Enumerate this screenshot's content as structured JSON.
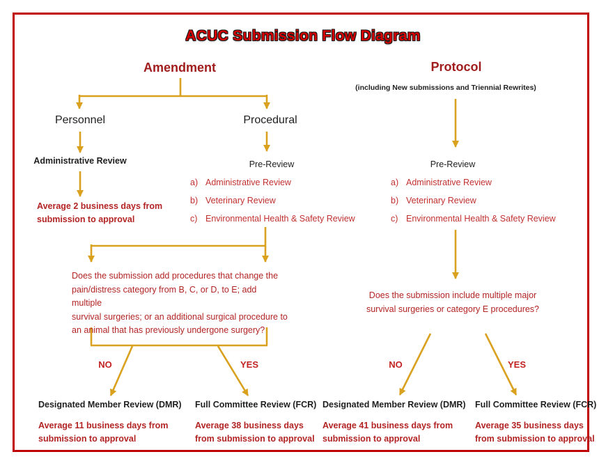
{
  "title": "ACUC Submission Flow Diagram",
  "amendment": {
    "heading": "Amendment",
    "personnel": {
      "label": "Personnel",
      "review_label": "Administrative Review",
      "average": "Average 2 business days from\nsubmission to approval"
    },
    "procedural": {
      "label": "Procedural",
      "pre_review_label": "Pre-Review",
      "items": [
        {
          "letter": "a)",
          "text": "Administrative Review"
        },
        {
          "letter": "b)",
          "text": "Veterinary Review"
        },
        {
          "letter": "c)",
          "text": "Environmental Health & Safety Review"
        }
      ]
    },
    "question": "Does the submission add procedures that change the\npain/distress category from B, C, or D, to E; add multiple\nsurvival surgeries; or an additional surgical procedure to\nan animal that has previously undergone surgery?",
    "no_label": "NO",
    "yes_label": "YES",
    "outcomes": {
      "no": {
        "title": "Designated Member Review (DMR)",
        "average": "Average 11 business days from\nsubmission to approval"
      },
      "yes": {
        "title": "Full Committee Review (FCR)",
        "average": "Average 38 business days\nfrom submission to approval"
      }
    }
  },
  "protocol": {
    "heading": "Protocol",
    "subtitle": "(including New submissions and Triennial Rewrites)",
    "pre_review_label": "Pre-Review",
    "items": [
      {
        "letter": "a)",
        "text": "Administrative Review"
      },
      {
        "letter": "b)",
        "text": "Veterinary Review"
      },
      {
        "letter": "c)",
        "text": "Environmental Health & Safety Review"
      }
    ],
    "question": "Does the submission include multiple major\nsurvival surgeries or category E procedures?",
    "no_label": "NO",
    "yes_label": "YES",
    "outcomes": {
      "no": {
        "title": "Designated Member Review (DMR)",
        "average": "Average 41 business days from\nsubmission to approval"
      },
      "yes": {
        "title": "Full Committee Review (FCR)",
        "average": "Average 35 business days\nfrom submission to approval"
      }
    }
  },
  "colors": {
    "border_red": "#C00000",
    "title_red": "#D60000",
    "heading_red": "#A11D1D",
    "text_red": "#B32424",
    "list_red": "#C23030",
    "label_red": "#C32222",
    "arrow_gold": "#D9A11E",
    "text_black": "#1F1F1F"
  }
}
